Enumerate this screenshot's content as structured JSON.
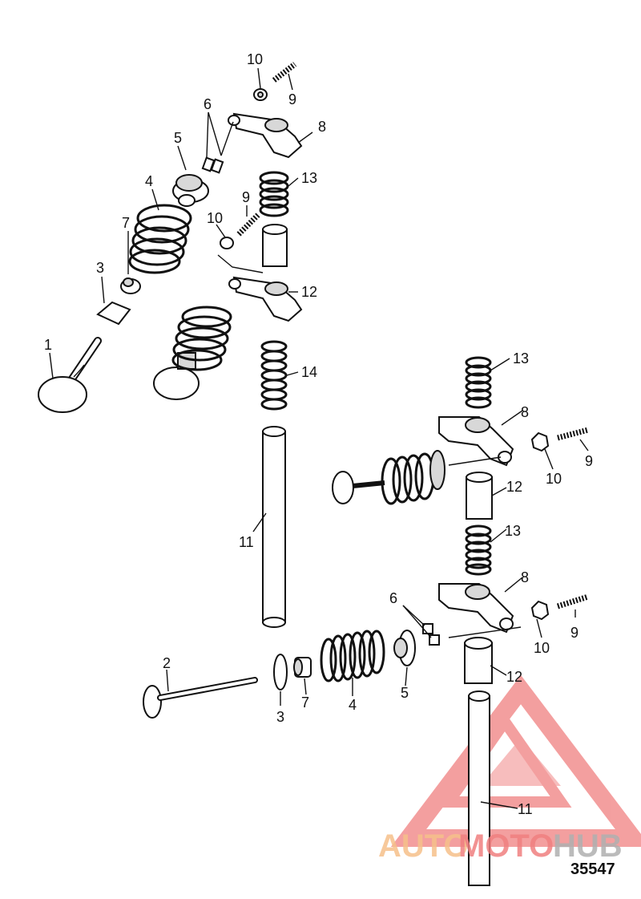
{
  "figure_number": "35547",
  "watermark": {
    "brand_part1": "AUTO",
    "brand_part2": "MOTO",
    "brand_part3": "HUB",
    "color_red": "#f08080",
    "color_orange": "#f6c08a",
    "color_gray": "#b0b0b0"
  },
  "callouts": [
    {
      "id": "c1",
      "text": "1"
    },
    {
      "id": "c2",
      "text": "2"
    },
    {
      "id": "c3a",
      "text": "3"
    },
    {
      "id": "c3b",
      "text": "3"
    },
    {
      "id": "c4a",
      "text": "4"
    },
    {
      "id": "c4b",
      "text": "4"
    },
    {
      "id": "c5a",
      "text": "5"
    },
    {
      "id": "c5b",
      "text": "5"
    },
    {
      "id": "c6a",
      "text": "6"
    },
    {
      "id": "c6b",
      "text": "6"
    },
    {
      "id": "c7a",
      "text": "7"
    },
    {
      "id": "c7b",
      "text": "7"
    },
    {
      "id": "c8a",
      "text": "8"
    },
    {
      "id": "c8b",
      "text": "8"
    },
    {
      "id": "c8c",
      "text": "8"
    },
    {
      "id": "c9a",
      "text": "9"
    },
    {
      "id": "c9b",
      "text": "9"
    },
    {
      "id": "c9c",
      "text": "9"
    },
    {
      "id": "c9d",
      "text": "9"
    },
    {
      "id": "c10a",
      "text": "10"
    },
    {
      "id": "c10b",
      "text": "10"
    },
    {
      "id": "c10c",
      "text": "10"
    },
    {
      "id": "c10d",
      "text": "10"
    },
    {
      "id": "c11a",
      "text": "11"
    },
    {
      "id": "c11b",
      "text": "11"
    },
    {
      "id": "c12a",
      "text": "12"
    },
    {
      "id": "c12b",
      "text": "12"
    },
    {
      "id": "c12c",
      "text": "12"
    },
    {
      "id": "c13a",
      "text": "13"
    },
    {
      "id": "c13b",
      "text": "13"
    },
    {
      "id": "c13c",
      "text": "13"
    },
    {
      "id": "c14",
      "text": "14"
    }
  ]
}
